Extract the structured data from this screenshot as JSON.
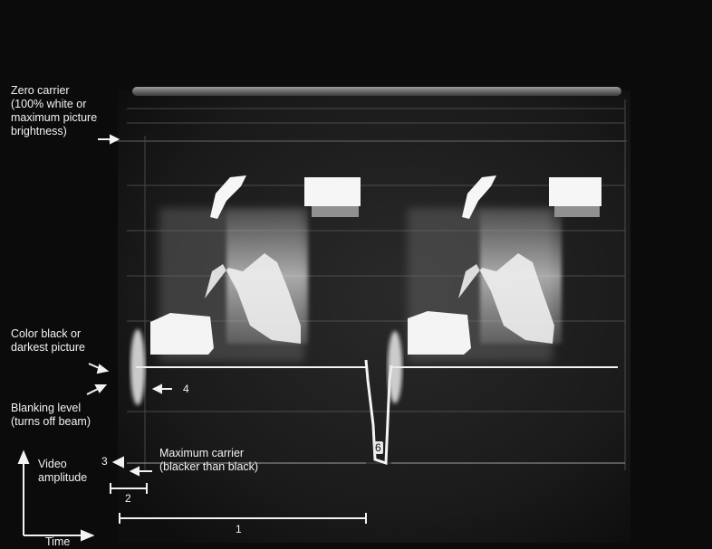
{
  "annotations": {
    "zero_carrier": [
      "Zero carrier",
      "(100% white or",
      "maximum picture",
      "brightness)"
    ],
    "color_black": [
      "Color black or",
      "darkest picture"
    ],
    "blanking_level": [
      "Blanking level",
      "(turns off beam)"
    ],
    "maximum_carrier": [
      "Maximum carrier",
      "(blacker than black)"
    ],
    "video_amplitude": [
      "Video",
      "amplitude"
    ],
    "time_axis": "Time"
  },
  "markers": {
    "m1": "1",
    "m2": "2",
    "m3": "3",
    "m4": "4",
    "m6": "6"
  },
  "colors": {
    "background": "#0b0b0b",
    "screen": "#202020",
    "trace": "#f4f4f4",
    "label_text": "#f2f2f2"
  }
}
